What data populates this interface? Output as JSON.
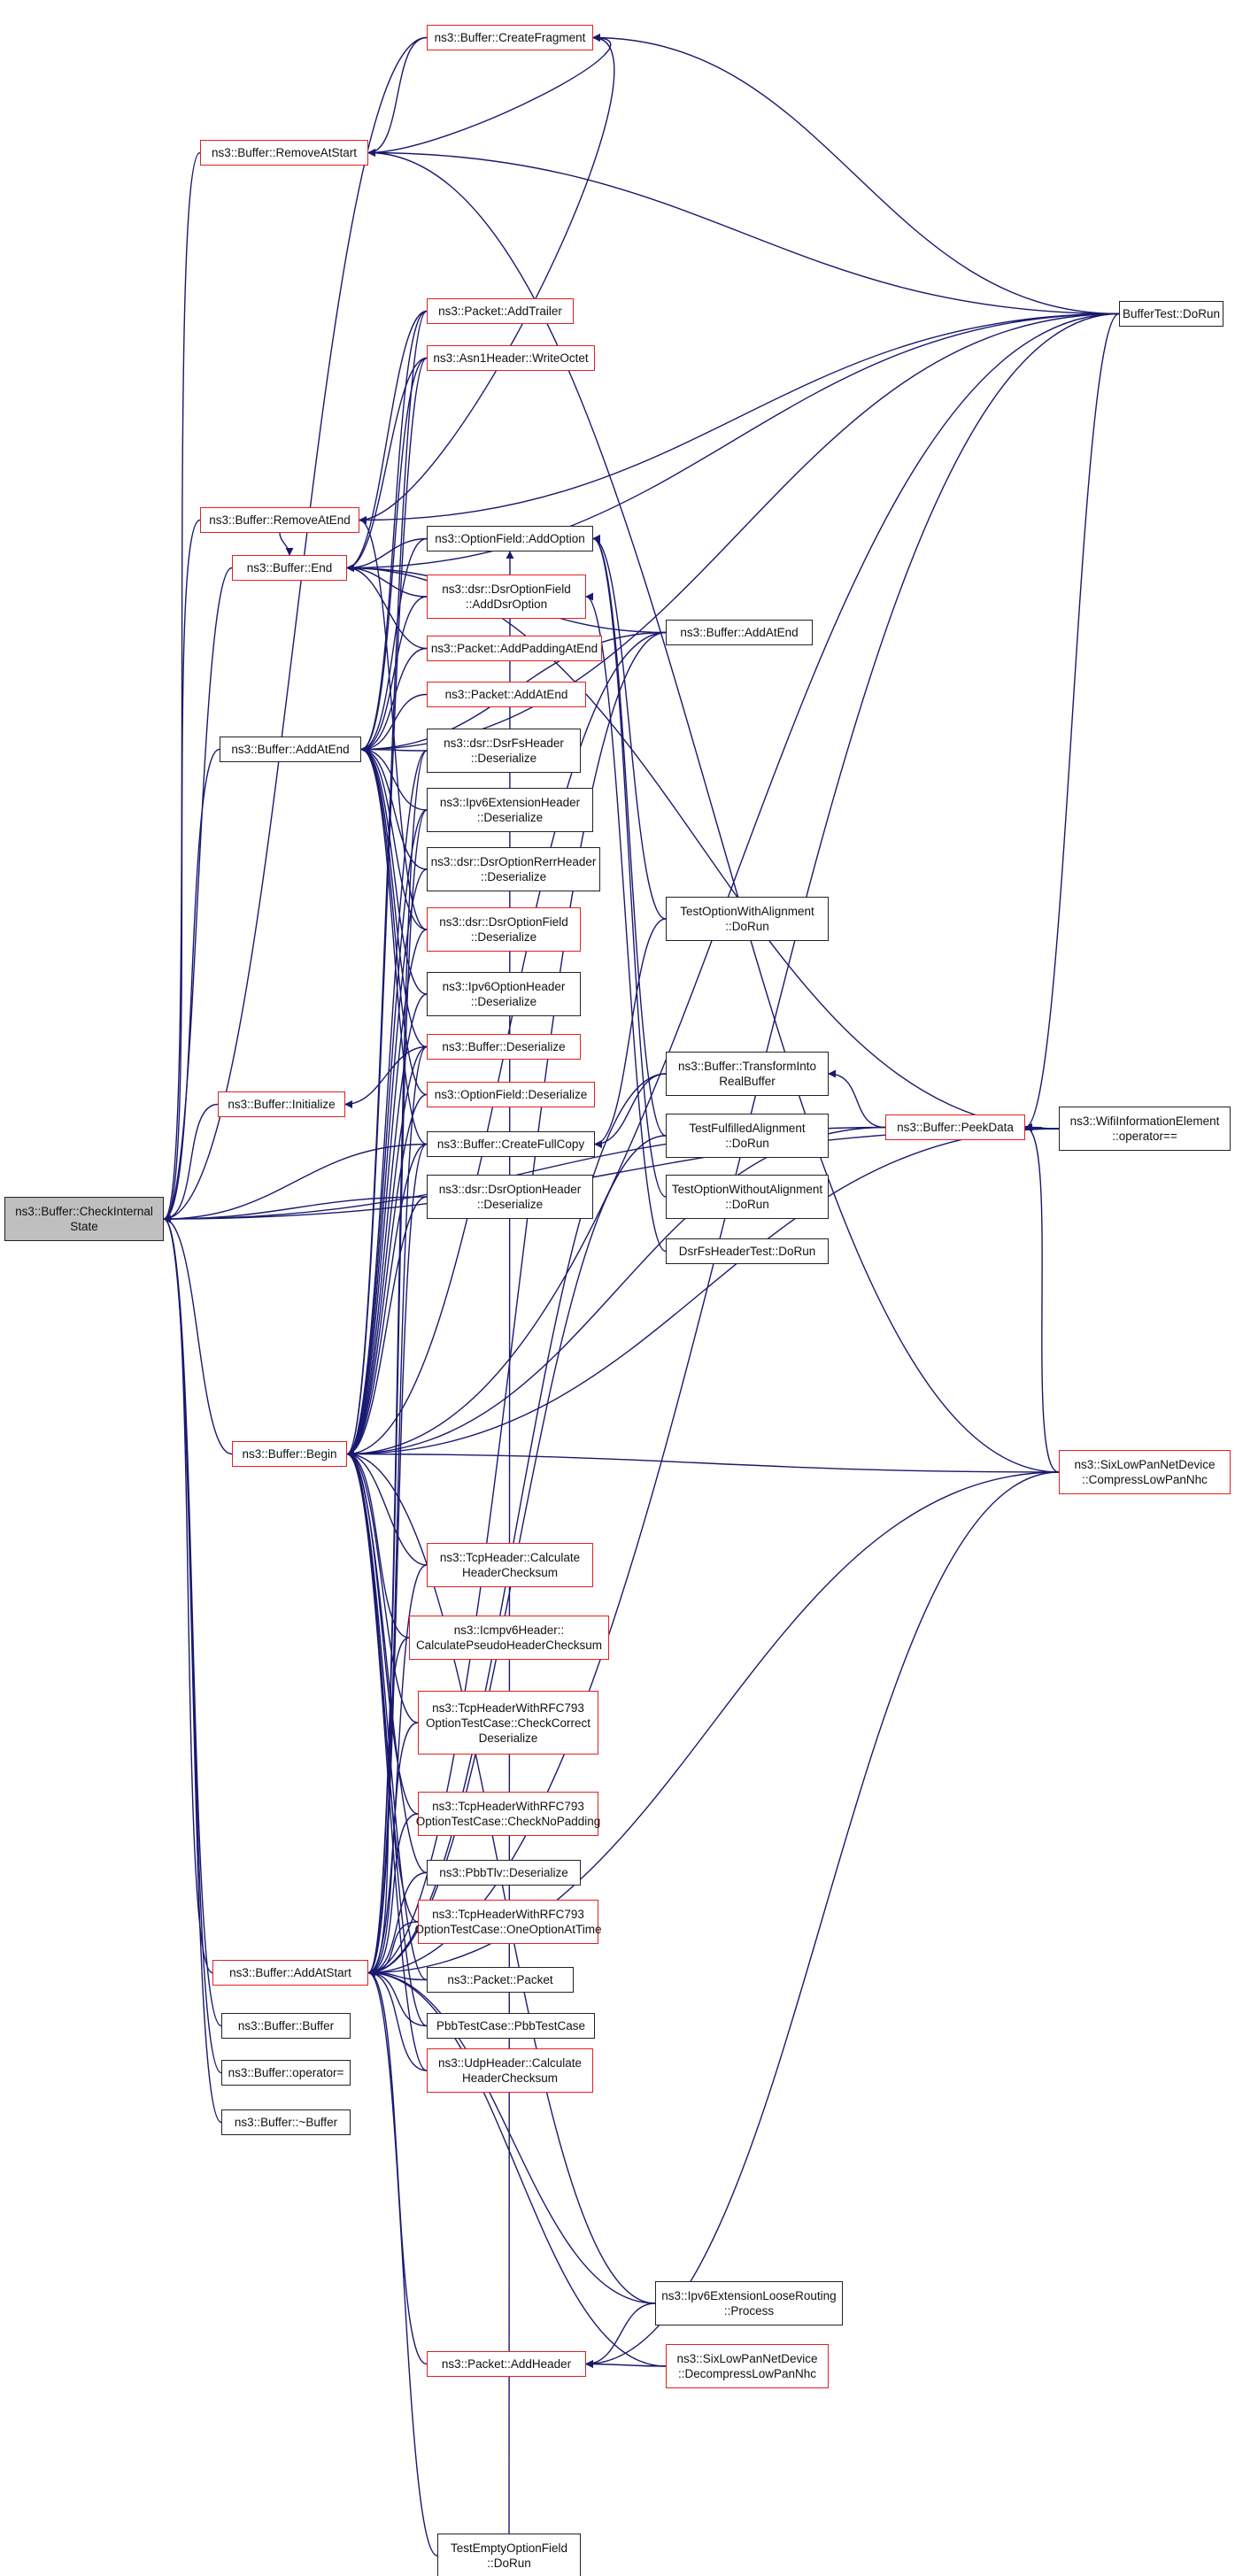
{
  "title": "ns3::Buffer::CheckInternalState caller graph",
  "colors": {
    "edge": "#191970",
    "border_black": "#222222",
    "border_red": "#e02020",
    "selected_fill": "#bfbfbf"
  },
  "nodes": [
    {
      "id": "check",
      "lines": [
        "ns3::Buffer::CheckInternal",
        "State"
      ],
      "style": "selected"
    },
    {
      "id": "createfragment",
      "lines": [
        "ns3::Buffer::CreateFragment"
      ],
      "style": "red"
    },
    {
      "id": "removeatstart",
      "lines": [
        "ns3::Buffer::RemoveAtStart"
      ],
      "style": "red"
    },
    {
      "id": "buffertest",
      "lines": [
        "BufferTest::DoRun"
      ],
      "style": "black"
    },
    {
      "id": "addtrailer",
      "lines": [
        "ns3::Packet::AddTrailer"
      ],
      "style": "red"
    },
    {
      "id": "asn1",
      "lines": [
        "ns3::Asn1Header::WriteOctet"
      ],
      "style": "red"
    },
    {
      "id": "removeatend",
      "lines": [
        "ns3::Buffer::RemoveAtEnd"
      ],
      "style": "red"
    },
    {
      "id": "end",
      "lines": [
        "ns3::Buffer::End"
      ],
      "style": "red"
    },
    {
      "id": "optionfield_add",
      "lines": [
        "ns3::OptionField::AddOption"
      ],
      "style": "black"
    },
    {
      "id": "dsroptionfield_add",
      "lines": [
        "ns3::dsr::DsrOptionField",
        "::AddDsrOption"
      ],
      "style": "red"
    },
    {
      "id": "buffer_addatend2",
      "lines": [
        "ns3::Buffer::AddAtEnd"
      ],
      "style": "black"
    },
    {
      "id": "addpaddingatend",
      "lines": [
        "ns3::Packet::AddPaddingAtEnd"
      ],
      "style": "red"
    },
    {
      "id": "packet_addatend",
      "lines": [
        "ns3::Packet::AddAtEnd"
      ],
      "style": "red"
    },
    {
      "id": "addatend",
      "lines": [
        "ns3::Buffer::AddAtEnd"
      ],
      "style": "black"
    },
    {
      "id": "dsrfsheader",
      "lines": [
        "ns3::dsr::DsrFsHeader",
        "::Deserialize"
      ],
      "style": "black"
    },
    {
      "id": "ipv6ext",
      "lines": [
        "ns3::Ipv6ExtensionHeader",
        "::Deserialize"
      ],
      "style": "black"
    },
    {
      "id": "dsroptionrerr",
      "lines": [
        "ns3::dsr::DsrOptionRerrHeader",
        "::Deserialize"
      ],
      "style": "black"
    },
    {
      "id": "dsroptionfield_des",
      "lines": [
        "ns3::dsr::DsrOptionField",
        "::Deserialize"
      ],
      "style": "red"
    },
    {
      "id": "testoptionalign",
      "lines": [
        "TestOptionWithAlignment",
        "::DoRun"
      ],
      "style": "black"
    },
    {
      "id": "ipv6option",
      "lines": [
        "ns3::Ipv6OptionHeader",
        "::Deserialize"
      ],
      "style": "black"
    },
    {
      "id": "buffer_deserialize",
      "lines": [
        "ns3::Buffer::Deserialize"
      ],
      "style": "red"
    },
    {
      "id": "transform",
      "lines": [
        "ns3::Buffer::TransformInto",
        "RealBuffer"
      ],
      "style": "black"
    },
    {
      "id": "initialize",
      "lines": [
        "ns3::Buffer::Initialize"
      ],
      "style": "red"
    },
    {
      "id": "optionfield_des",
      "lines": [
        "ns3::OptionField::Deserialize"
      ],
      "style": "red"
    },
    {
      "id": "peekdata",
      "lines": [
        "ns3::Buffer::PeekData"
      ],
      "style": "red"
    },
    {
      "id": "wifiinfo",
      "lines": [
        "ns3::WifiInformationElement",
        "::operator=="
      ],
      "style": "black"
    },
    {
      "id": "testfulfilled",
      "lines": [
        "TestFulfilledAlignment",
        "::DoRun"
      ],
      "style": "black"
    },
    {
      "id": "createfullcopy",
      "lines": [
        "ns3::Buffer::CreateFullCopy"
      ],
      "style": "black"
    },
    {
      "id": "dsroptionheader",
      "lines": [
        "ns3::dsr::DsrOptionHeader",
        "::Deserialize"
      ],
      "style": "black"
    },
    {
      "id": "testoptionwithout",
      "lines": [
        "TestOptionWithoutAlignment",
        "::DoRun"
      ],
      "style": "black"
    },
    {
      "id": "dsrfsheadertest",
      "lines": [
        "DsrFsHeaderTest::DoRun"
      ],
      "style": "black"
    },
    {
      "id": "begin",
      "lines": [
        "ns3::Buffer::Begin"
      ],
      "style": "red"
    },
    {
      "id": "compresslowpan",
      "lines": [
        "ns3::SixLowPanNetDevice",
        "::CompressLowPanNhc"
      ],
      "style": "red"
    },
    {
      "id": "tcpchecksum",
      "lines": [
        "ns3::TcpHeader::Calculate",
        "HeaderChecksum"
      ],
      "style": "red"
    },
    {
      "id": "icmpv6",
      "lines": [
        "ns3::Icmpv6Header::",
        "CalculatePseudoHeaderChecksum"
      ],
      "style": "red"
    },
    {
      "id": "tcprfc_check",
      "lines": [
        "ns3::TcpHeaderWithRFC793",
        "OptionTestCase::CheckCorrect",
        "Deserialize"
      ],
      "style": "red"
    },
    {
      "id": "tcprfc_nopad",
      "lines": [
        "ns3::TcpHeaderWithRFC793",
        "OptionTestCase::CheckNoPadding"
      ],
      "style": "red"
    },
    {
      "id": "pbbtlv",
      "lines": [
        "ns3::PbbTlv::Deserialize"
      ],
      "style": "black"
    },
    {
      "id": "tcprfc_one",
      "lines": [
        "ns3::TcpHeaderWithRFC793",
        "OptionTestCase::OneOptionAtTime"
      ],
      "style": "red"
    },
    {
      "id": "addatstart",
      "lines": [
        "ns3::Buffer::AddAtStart"
      ],
      "style": "red"
    },
    {
      "id": "packet_packet",
      "lines": [
        "ns3::Packet::Packet"
      ],
      "style": "black"
    },
    {
      "id": "bufferbuffer",
      "lines": [
        "ns3::Buffer::Buffer"
      ],
      "style": "black"
    },
    {
      "id": "pbbtestcase",
      "lines": [
        "PbbTestCase::PbbTestCase"
      ],
      "style": "black"
    },
    {
      "id": "operatorassign",
      "lines": [
        "ns3::Buffer::operator="
      ],
      "style": "black"
    },
    {
      "id": "udpchecksum",
      "lines": [
        "ns3::UdpHeader::Calculate",
        "HeaderChecksum"
      ],
      "style": "red"
    },
    {
      "id": "destructor",
      "lines": [
        "ns3::Buffer::~Buffer"
      ],
      "style": "black"
    },
    {
      "id": "ipv6loose",
      "lines": [
        "ns3::Ipv6ExtensionLooseRouting",
        "::Process"
      ],
      "style": "black"
    },
    {
      "id": "decompress",
      "lines": [
        "ns3::SixLowPanNetDevice",
        "::DecompressLowPanNhc"
      ],
      "style": "red"
    },
    {
      "id": "addheader",
      "lines": [
        "ns3::Packet::AddHeader"
      ],
      "style": "red"
    },
    {
      "id": "testempty",
      "lines": [
        "TestEmptyOptionField",
        "::DoRun"
      ],
      "style": "black"
    }
  ],
  "edges": [
    [
      "createfragment",
      "check"
    ],
    [
      "removeatstart",
      "check"
    ],
    [
      "removeatend",
      "check"
    ],
    [
      "end",
      "check"
    ],
    [
      "addatend",
      "check"
    ],
    [
      "initialize",
      "check"
    ],
    [
      "createfullcopy",
      "check"
    ],
    [
      "dsroptionheader",
      "check"
    ],
    [
      "begin",
      "check"
    ],
    [
      "addatstart",
      "check"
    ],
    [
      "bufferbuffer",
      "check"
    ],
    [
      "operatorassign",
      "check"
    ],
    [
      "destructor",
      "check"
    ],
    [
      "peekdata",
      "check"
    ],
    [
      "wifiinfo",
      "check"
    ],
    [
      "buffertest",
      "createfragment"
    ],
    [
      "removeatstart",
      "createfragment"
    ],
    [
      "removeatend",
      "createfragment"
    ],
    [
      "createfragment",
      "removeatstart"
    ],
    [
      "buffertest",
      "removeatstart"
    ],
    [
      "compresslowpan",
      "removeatstart"
    ],
    [
      "buffertest",
      "removeatend"
    ],
    [
      "dsroptionfield_des",
      "removeatend"
    ],
    [
      "removeatend",
      "end"
    ],
    [
      "addtrailer",
      "end"
    ],
    [
      "asn1",
      "end"
    ],
    [
      "optionfield_add",
      "end"
    ],
    [
      "dsroptionfield_add",
      "end"
    ],
    [
      "buffer_addatend2",
      "end"
    ],
    [
      "addpaddingatend",
      "end"
    ],
    [
      "wifiinfo",
      "end"
    ],
    [
      "buffertest",
      "end"
    ],
    [
      "optionfield_add",
      "addatend"
    ],
    [
      "dsroptionfield_add",
      "addatend"
    ],
    [
      "addpaddingatend",
      "addatend"
    ],
    [
      "packet_addatend",
      "addatend"
    ],
    [
      "dsrfsheader",
      "addatend"
    ],
    [
      "ipv6ext",
      "addatend"
    ],
    [
      "dsroptionrerr",
      "addatend"
    ],
    [
      "dsroptionfield_des",
      "addatend"
    ],
    [
      "ipv6option",
      "addatend"
    ],
    [
      "buffer_deserialize",
      "addatend"
    ],
    [
      "optionfield_des",
      "addatend"
    ],
    [
      "createfullcopy",
      "addatend"
    ],
    [
      "addtrailer",
      "addatend"
    ],
    [
      "asn1",
      "addatend"
    ],
    [
      "buffer_addatend2",
      "addatend"
    ],
    [
      "buffertest",
      "addatend"
    ],
    [
      "buffer_deserialize",
      "initialize"
    ],
    [
      "testoptionalign",
      "optionfield_add"
    ],
    [
      "testempty",
      "optionfield_add"
    ],
    [
      "testfulfilled",
      "optionfield_add"
    ],
    [
      "testoptionwithout",
      "optionfield_add"
    ],
    [
      "dsrfsheadertest",
      "dsroptionfield_add"
    ],
    [
      "transform",
      "createfullcopy"
    ],
    [
      "testoptionalign",
      "createfullcopy"
    ],
    [
      "peekdata",
      "transform"
    ],
    [
      "wifiinfo",
      "peekdata"
    ],
    [
      "compresslowpan",
      "peekdata"
    ],
    [
      "buffertest",
      "peekdata"
    ],
    [
      "addtrailer",
      "begin"
    ],
    [
      "asn1",
      "begin"
    ],
    [
      "dsrfsheader",
      "begin"
    ],
    [
      "ipv6ext",
      "begin"
    ],
    [
      "dsroptionrerr",
      "begin"
    ],
    [
      "dsroptionfield_des",
      "begin"
    ],
    [
      "ipv6option",
      "begin"
    ],
    [
      "buffer_deserialize",
      "begin"
    ],
    [
      "optionfield_des",
      "begin"
    ],
    [
      "createfullcopy",
      "begin"
    ],
    [
      "dsroptionheader",
      "begin"
    ],
    [
      "peekdata",
      "begin"
    ],
    [
      "wifiinfo",
      "begin"
    ],
    [
      "compresslowpan",
      "begin"
    ],
    [
      "tcpchecksum",
      "begin"
    ],
    [
      "icmpv6",
      "begin"
    ],
    [
      "tcprfc_check",
      "begin"
    ],
    [
      "tcprfc_nopad",
      "begin"
    ],
    [
      "pbbtlv",
      "begin"
    ],
    [
      "tcprfc_one",
      "begin"
    ],
    [
      "packet_packet",
      "begin"
    ],
    [
      "pbbtestcase",
      "begin"
    ],
    [
      "udpchecksum",
      "begin"
    ],
    [
      "ipv6loose",
      "begin"
    ],
    [
      "buffertest",
      "begin"
    ],
    [
      "buffer_addatend2",
      "begin"
    ],
    [
      "tcpchecksum",
      "addatstart"
    ],
    [
      "icmpv6",
      "addatstart"
    ],
    [
      "tcprfc_check",
      "addatstart"
    ],
    [
      "tcprfc_nopad",
      "addatstart"
    ],
    [
      "pbbtlv",
      "addatstart"
    ],
    [
      "tcprfc_one",
      "addatstart"
    ],
    [
      "packet_packet",
      "addatstart"
    ],
    [
      "pbbtestcase",
      "addatstart"
    ],
    [
      "udpchecksum",
      "addatstart"
    ],
    [
      "ipv6loose",
      "addatstart"
    ],
    [
      "decompress",
      "addatstart"
    ],
    [
      "addheader",
      "addatstart"
    ],
    [
      "compresslowpan",
      "addatstart"
    ],
    [
      "buffertest",
      "addatstart"
    ],
    [
      "buffer_addatend2",
      "addatstart"
    ],
    [
      "dsrfsheader",
      "addatstart"
    ],
    [
      "ipv6ext",
      "addatstart"
    ],
    [
      "buffer_deserialize",
      "addatstart"
    ],
    [
      "createfullcopy",
      "addatstart"
    ],
    [
      "testempty",
      "addatstart"
    ],
    [
      "transform",
      "addatstart"
    ],
    [
      "testfulfilled",
      "addatstart"
    ],
    [
      "ipv6loose",
      "addheader"
    ],
    [
      "decompress",
      "addheader"
    ],
    [
      "compresslowpan",
      "addheader"
    ]
  ]
}
